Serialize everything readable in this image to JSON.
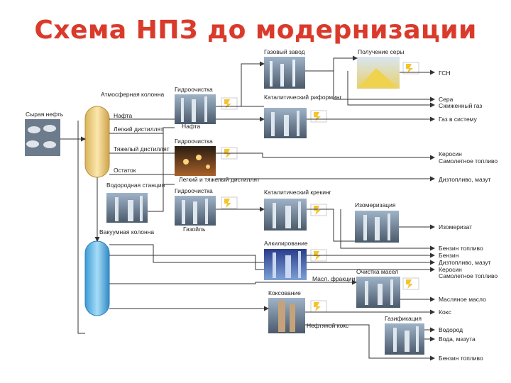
{
  "title": "Схема НПЗ до модернизации",
  "colors": {
    "title": "#d93a2b",
    "atmospheric_column": "#f2d58a",
    "vacuum_column": "#5fb8e8",
    "logo_badge": "#f4c430",
    "lines": "#333333"
  },
  "logo_icon": "company-logo-icon",
  "inputs": {
    "crude": "Сырая нефть"
  },
  "columns": {
    "atmospheric": "Атмосферная колонна",
    "vacuum": "Вакуумная колонна"
  },
  "column_products": {
    "naphtha": "Нафта",
    "light_distillate": "Легкий дистиллят",
    "heavy_distillate": "Тяжелый дистиллят",
    "residue": "Остаток"
  },
  "units": {
    "gas_plant": "Газовый завод",
    "sulfur": "Получение серы",
    "hydro1": "Гидроочистка",
    "catreform": "Каталитический риформинг",
    "hydro2": "Гидроочистка",
    "hydrogen": "Водородная станция",
    "hydro3": "Гидроочистка",
    "catcrack": "Каталитический крекинг",
    "isomer": "Изомеризация",
    "alkyl": "Алкилирование",
    "oils": "Очистка масел",
    "coking": "Коксование",
    "gasif": "Газификация"
  },
  "intermediates": {
    "naphtha_out": "Нафта",
    "light_heavy": "Легкий и тяжелый дистиллят",
    "gasoil": "Газойль",
    "oil_fractions": "Масл. фракции",
    "coke": "Нефтяной кокс"
  },
  "products": [
    "ГСН",
    "Сера",
    "Сжиженный газ",
    "Газ в систему",
    "Керосин",
    "Самолетное топливо",
    "Дизтопливо, мазут",
    "Изомеризат",
    "Бензин топливо",
    "Бензин",
    "Дизтопливо, мазут",
    "Керосин",
    "Самолетное топливо",
    "Масляное масло",
    "Кокс",
    "Водород",
    "Вода, мазута",
    "Бензин топливо"
  ]
}
